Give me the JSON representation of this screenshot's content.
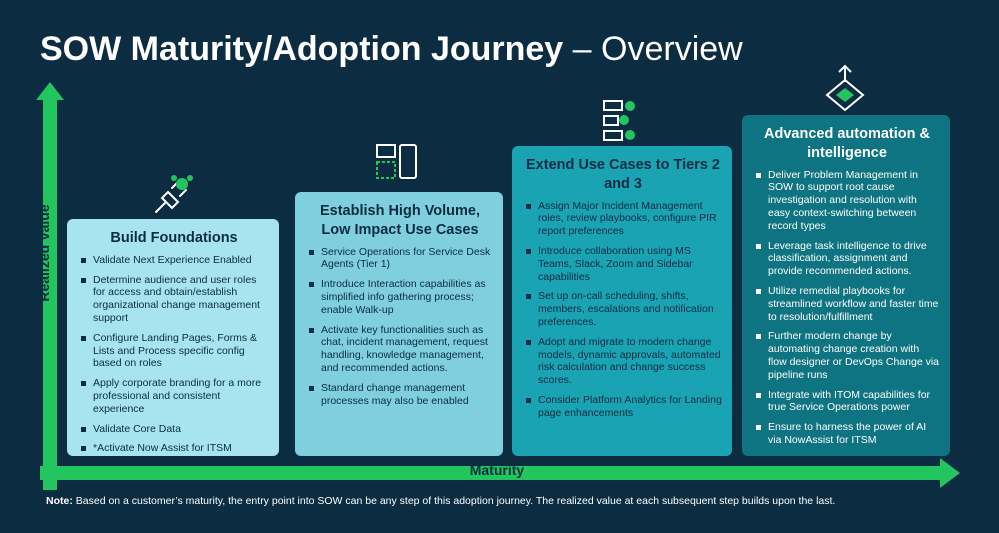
{
  "title": {
    "bold": "SOW Maturity/Adoption Journey",
    "light": " – Overview"
  },
  "axes": {
    "y_label": "Realized Value",
    "x_label": "Maturity",
    "color": "#22c55e"
  },
  "cards": [
    {
      "title": "Build Foundations",
      "items": [
        "Validate Next Experience Enabled",
        "Determine audience and user roles for access and obtain/establish organizational change management support",
        "Configure Landing Pages, Forms & Lists and Process specific config based on roles",
        "Apply corporate branding for a more professional and consistent experience",
        "Validate Core Data",
        "*Activate Now Assist for ITSM"
      ]
    },
    {
      "title": "Establish High Volume, Low Impact Use Cases",
      "items": [
        "Service Operations for Service Desk Agents (Tier 1)",
        "Introduce Interaction capabilities as  simplified info gathering process; enable Walk-up",
        "Activate key functionalities such as chat, incident management, request handling, knowledge management, and recommended actions.",
        "Standard change management processes may also be enabled"
      ]
    },
    {
      "title": "Extend Use Cases to Tiers 2 and 3",
      "items": [
        "Assign Major Incident Management roles, review playbooks, configure PIR report preferences",
        "Introduce collaboration using MS Teams, Slack, Zoom and Sidebar capabilities",
        "Set up on-call scheduling, shifts, members, escalations and notification preferences.",
        "Adopt and migrate to modern change models, dynamic approvals, automated risk calculation and change success scores.",
        "Consider Platform Analytics for Landing page enhancements"
      ]
    },
    {
      "title": "Advanced automation & intelligence",
      "items": [
        "Deliver Problem Management in SOW to support root cause investigation and resolution with easy context-switching between record types",
        "Leverage task intelligence to drive classification, assignment and provide recommended actions.",
        "Utilize remedial playbooks for streamlined workflow and faster time to resolution/fulfillment",
        "Further modern change by automating change creation with flow designer or DevOps Change via pipeline runs",
        "Integrate with ITOM capabilities for true Service Operations power",
        "Ensure to harness the power of AI via NowAssist for ITSM"
      ]
    }
  ],
  "icons": [
    "plug-icon",
    "layout-icon",
    "checklist-icon",
    "diamond-upload-icon"
  ],
  "note": {
    "label": "Note:",
    "text": " Based on a customer’s maturity, the entry point into SOW can be any step of this adoption journey. The realized value at each subsequent step builds upon the last."
  }
}
